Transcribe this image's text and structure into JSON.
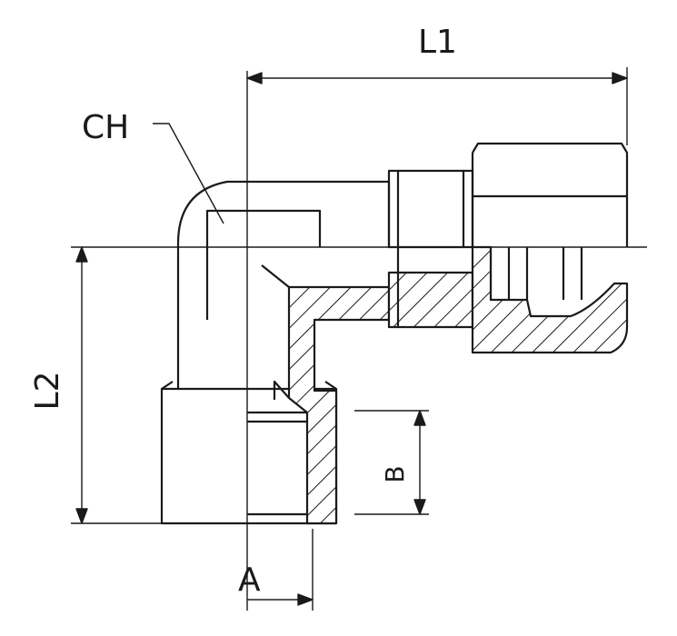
{
  "labels": {
    "l1": "L1",
    "l2": "L2",
    "ch": "CH",
    "a": "A",
    "b": "B"
  },
  "colors": {
    "line": "#1a1a1a",
    "background": "#ffffff"
  }
}
